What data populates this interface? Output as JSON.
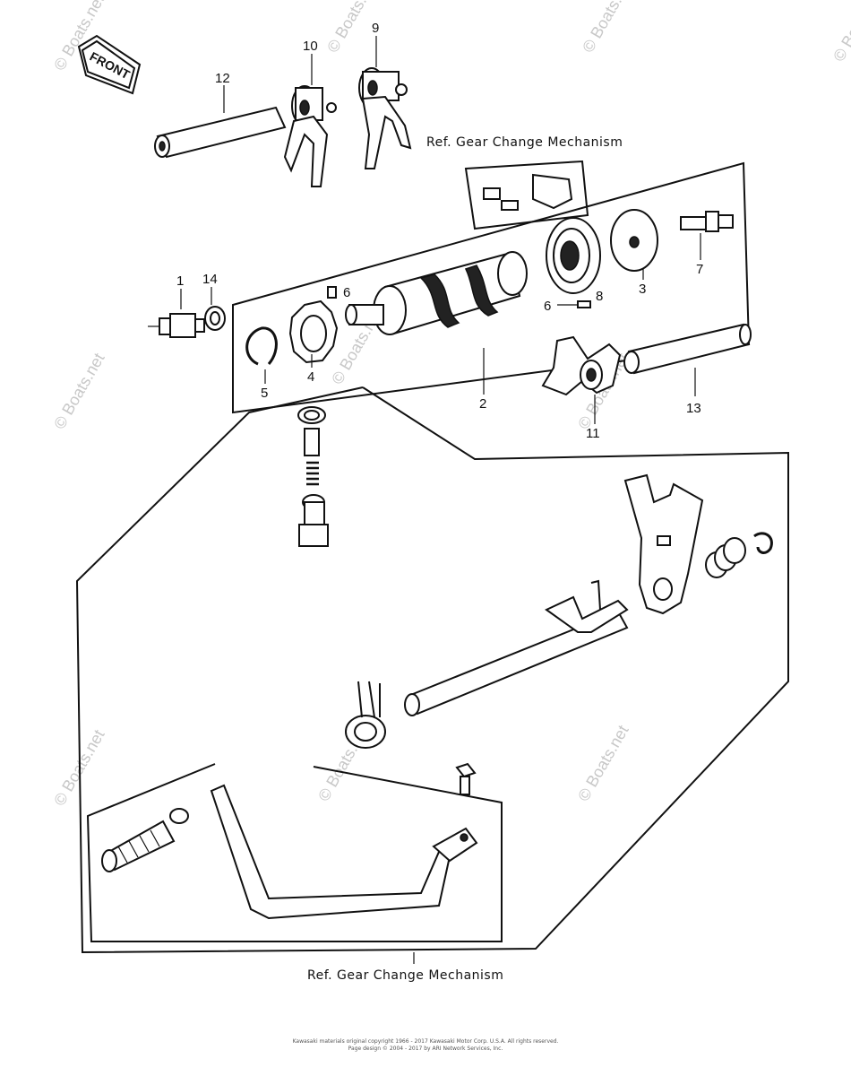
{
  "front_arrow": {
    "label": "FRONT"
  },
  "callouts": {
    "c1": "1",
    "c2": "2",
    "c3": "3",
    "c4": "4",
    "c5": "5",
    "c6a": "6",
    "c6b": "6",
    "c7": "7",
    "c8": "8",
    "c9": "9",
    "c10": "10",
    "c11": "11",
    "c12": "12",
    "c13": "13",
    "c14": "14"
  },
  "references": {
    "top": "Ref. Gear Change Mechanism",
    "bottom": "Ref. Gear Change Mechanism"
  },
  "watermark": "© Boats.net",
  "footer": {
    "line1": "Kawasaki materials original copyright 1966 - 2017 Kawasaki Motor Corp. U.S.A. All rights reserved.",
    "line2": "Page design © 2004 - 2017 by ARI Network Services, Inc."
  }
}
